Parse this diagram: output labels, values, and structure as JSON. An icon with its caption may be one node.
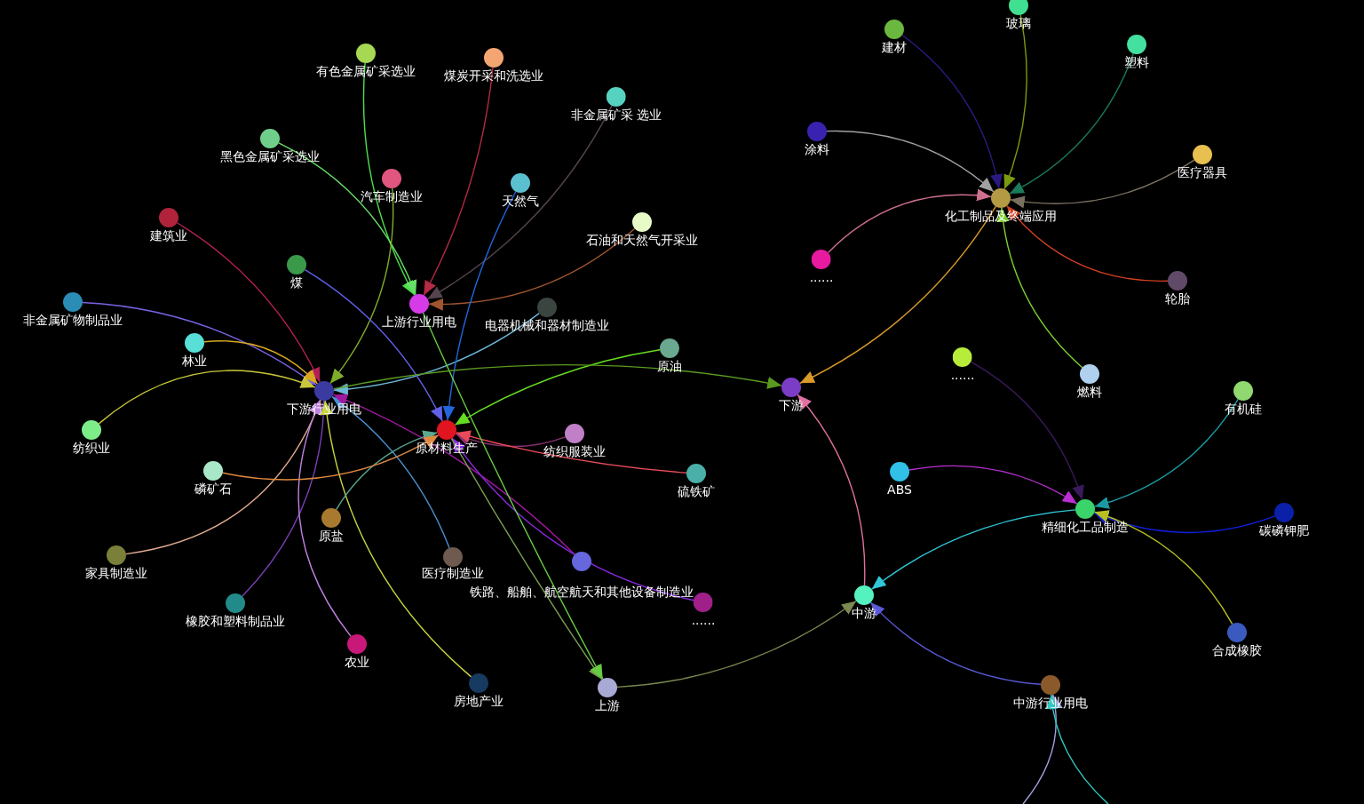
{
  "diagram": {
    "nodes": [
      {
        "text": [
          "有色金属矿采选业"
        ]
      },
      {
        "text": [
          "煤炭开采和洗选业"
        ]
      },
      {
        "text": [
          "非金属矿采 选业"
        ]
      },
      {
        "text": [
          "黑色金属矿采选业"
        ]
      },
      {
        "text": [
          "汽车制造业"
        ]
      },
      {
        "text": [
          "天然气"
        ]
      },
      {
        "text": [
          "建筑业"
        ]
      },
      {
        "text": [
          "石油和天然气开采业"
        ]
      },
      {
        "text": [
          "煤"
        ]
      },
      {
        "text": [
          "非金属矿物制品业"
        ]
      },
      {
        "text": [
          "上游行业用电"
        ]
      },
      {
        "text": [
          "电器机械和器材制造业"
        ]
      },
      {
        "text": [
          "林业"
        ]
      },
      {
        "text": [
          "原油"
        ]
      },
      {
        "text": [
          "下游行业用电"
        ]
      },
      {
        "text": [
          "纺织业"
        ]
      },
      {
        "text": [
          "原材料生产"
        ]
      },
      {
        "text": [
          "纺织服装业"
        ]
      },
      {
        "text": [
          "磷矿石"
        ]
      },
      {
        "text": [
          "硫铁矿"
        ]
      },
      {
        "text": [
          "原盐"
        ]
      },
      {
        "text": [
          "家具制造业"
        ]
      },
      {
        "text": [
          "医疗制造业"
        ]
      },
      {
        "text": [
          "铁路、船舶、航空航天和其他设备制造业"
        ]
      },
      {
        "text": [
          "橡胶和塑料制品业"
        ]
      },
      {
        "text": [
          "......"
        ]
      },
      {
        "text": [
          "农业"
        ]
      },
      {
        "text": [
          "房地产业"
        ]
      },
      {
        "text": [
          "上游"
        ]
      },
      {
        "text": [
          "玻璃"
        ]
      },
      {
        "text": [
          "建材"
        ]
      },
      {
        "text": [
          "塑料"
        ]
      },
      {
        "text": [
          "涂料"
        ]
      },
      {
        "text": [
          "医疗器具"
        ]
      },
      {
        "text": [
          "化工制品及终端应用"
        ]
      },
      {
        "text": [
          "......"
        ]
      },
      {
        "text": [
          "轮胎"
        ]
      },
      {
        "text": [
          "......"
        ]
      },
      {
        "text": [
          "燃料"
        ]
      },
      {
        "text": [
          "下游"
        ]
      },
      {
        "text": [
          "有机硅"
        ]
      },
      {
        "text": [
          "ABS"
        ]
      },
      {
        "text": [
          "精细化工品制造"
        ]
      },
      {
        "text": [
          "碳磷钾肥"
        ]
      },
      {
        "text": [
          "中游"
        ]
      },
      {
        "text": [
          "合成橡胶"
        ]
      },
      {
        "text": [
          "中游行业用电"
        ]
      }
    ],
    "edges": [
      {
        "from": 0,
        "to": 10,
        "arrow": "to",
        "color": "#4be04b"
      },
      {
        "from": 3,
        "to": 10,
        "arrow": "to",
        "color": "#66e066"
      },
      {
        "from": 1,
        "to": 10,
        "arrow": "to",
        "color": "#b52a44"
      },
      {
        "from": 2,
        "to": 10,
        "arrow": "to",
        "color": "#554450"
      },
      {
        "from": 7,
        "to": 10,
        "arrow": "to",
        "color": "#a0552e"
      },
      {
        "from": 6,
        "to": 14,
        "arrow": "to",
        "color": "#b51f58"
      },
      {
        "from": 4,
        "to": 14,
        "arrow": "to",
        "color": "#7fad2a"
      },
      {
        "from": 9,
        "to": 14,
        "arrow": "to",
        "color": "#7b62e3"
      },
      {
        "from": 12,
        "to": 14,
        "arrow": "to",
        "color": "#d8a820"
      },
      {
        "from": 15,
        "to": 14,
        "arrow": "to",
        "color": "#c8c83a"
      },
      {
        "from": 21,
        "to": 14,
        "arrow": "to",
        "color": "#e0aa90"
      },
      {
        "from": 24,
        "to": 14,
        "arrow": "to",
        "color": "#7a3fb5"
      },
      {
        "from": 26,
        "to": 14,
        "arrow": "to",
        "color": "#c080e0"
      },
      {
        "from": 27,
        "to": 14,
        "arrow": "to",
        "color": "#c8d640"
      },
      {
        "from": 11,
        "to": 14,
        "arrow": "to",
        "color": "#6bb8d8"
      },
      {
        "from": 22,
        "to": 14,
        "arrow": "to",
        "color": "#4a90d0"
      },
      {
        "from": 23,
        "to": 14,
        "arrow": "to",
        "color": "#a018a0"
      },
      {
        "from": 8,
        "to": 16,
        "arrow": "to",
        "color": "#6060e8"
      },
      {
        "from": 5,
        "to": 16,
        "arrow": "to",
        "color": "#2266dd"
      },
      {
        "from": 13,
        "to": 16,
        "arrow": "to",
        "color": "#66dd22"
      },
      {
        "from": 17,
        "to": 16,
        "arrow": "to",
        "color": "#8a3070"
      },
      {
        "from": 19,
        "to": 16,
        "arrow": "to",
        "color": "#e84a5a"
      },
      {
        "from": 20,
        "to": 16,
        "arrow": "to",
        "color": "#5aa890"
      },
      {
        "from": 18,
        "to": 16,
        "arrow": "to",
        "color": "#e08a40"
      },
      {
        "from": 25,
        "to": 16,
        "arrow": "to",
        "color": "#8a2ae0"
      },
      {
        "from": 16,
        "to": 28,
        "arrow": "to",
        "color": "#7aa050"
      },
      {
        "from": 10,
        "to": 28,
        "arrow": "to",
        "color": "#66cc44"
      },
      {
        "from": 14,
        "to": 39,
        "arrow": "to",
        "color": "#5a9a20"
      },
      {
        "from": 34,
        "to": 39,
        "arrow": "to",
        "color": "#d89a28"
      },
      {
        "from": 44,
        "to": 39,
        "arrow": "to",
        "color": "#e070a0"
      },
      {
        "from": 28,
        "to": 44,
        "arrow": "to",
        "color": "#7a8a50"
      },
      {
        "from": 46,
        "to": 44,
        "arrow": "to",
        "color": "#5a5ad8"
      },
      {
        "from": 42,
        "to": 44,
        "arrow": "to",
        "color": "#30c8d8"
      },
      {
        "from": 30,
        "to": 34,
        "arrow": "to",
        "color": "#2a1a80"
      },
      {
        "from": 29,
        "to": 34,
        "arrow": "to",
        "color": "#7a9a10"
      },
      {
        "from": 31,
        "to": 34,
        "arrow": "to",
        "color": "#1a7a5a"
      },
      {
        "from": 32,
        "to": 34,
        "arrow": "to",
        "color": "#a0a0a0"
      },
      {
        "from": 33,
        "to": 34,
        "arrow": "to",
        "color": "#7a7060"
      },
      {
        "from": 35,
        "to": 34,
        "arrow": "to",
        "color": "#d07090"
      },
      {
        "from": 36,
        "to": 34,
        "arrow": "to",
        "color": "#d04020"
      },
      {
        "from": 38,
        "to": 34,
        "arrow": "to",
        "color": "#7ad030"
      },
      {
        "from": 37,
        "to": 42,
        "arrow": "to",
        "color": "#3a1a5a"
      },
      {
        "from": 41,
        "to": 42,
        "arrow": "to",
        "color": "#b830d0"
      },
      {
        "from": 40,
        "to": 42,
        "arrow": "to",
        "color": "#1a9aa0"
      },
      {
        "from": 43,
        "to": 42,
        "arrow": "to",
        "color": "#1020e0"
      },
      {
        "from": 45,
        "to": 42,
        "arrow": "to",
        "color": "#b8c020"
      },
      {
        "from": null,
        "to": 46,
        "arrow": "to",
        "color": "#a0a0e0"
      },
      {
        "from": null,
        "to": 46,
        "arrow": "to",
        "color": "#30c8c0"
      }
    ]
  }
}
